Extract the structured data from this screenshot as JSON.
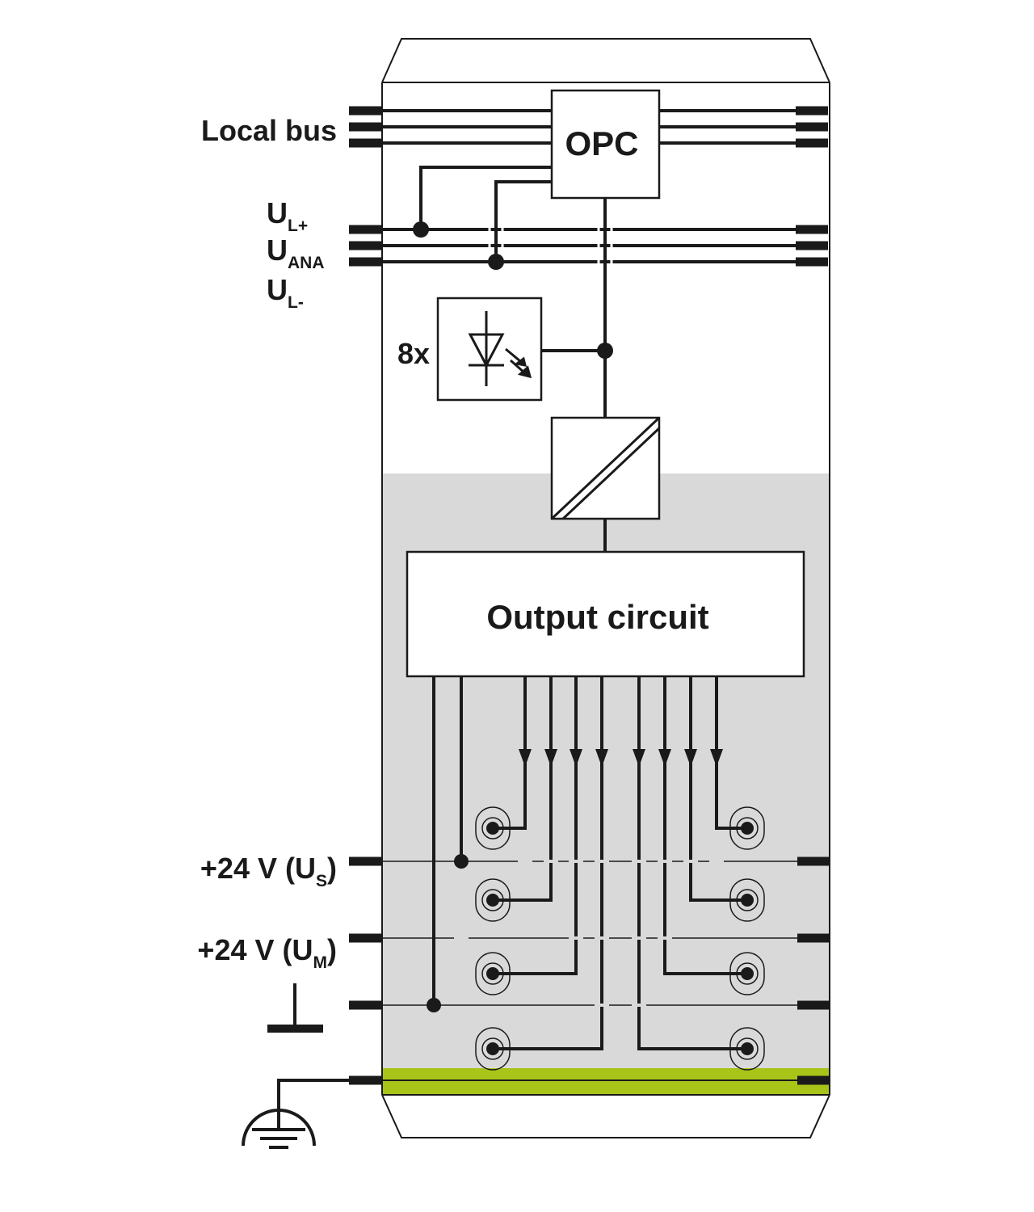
{
  "diagram": {
    "labels": {
      "local_bus": "Local bus",
      "ul_plus": {
        "main": "U",
        "sub": "L+"
      },
      "uana": {
        "main": "U",
        "sub": "ANA"
      },
      "ul_minus": {
        "main": "U",
        "sub": "L-"
      },
      "led_multiplier": "8x",
      "opc": "OPC",
      "output_circuit": "Output circuit",
      "us_supply": {
        "prefix": "+24 V (U",
        "sub": "S",
        "suffix": ")"
      },
      "um_supply": {
        "prefix": "+24 V (U",
        "sub": "M",
        "suffix": ")"
      }
    },
    "icons": [
      "led-icon",
      "dc-dc-converter-icon",
      "ground-icon",
      "protective-earth-icon",
      "output-terminal-icon"
    ],
    "colors": {
      "line": "#1a1a1a",
      "potential_area": "#d9d9da",
      "pe_bar": "#a9c419"
    }
  }
}
